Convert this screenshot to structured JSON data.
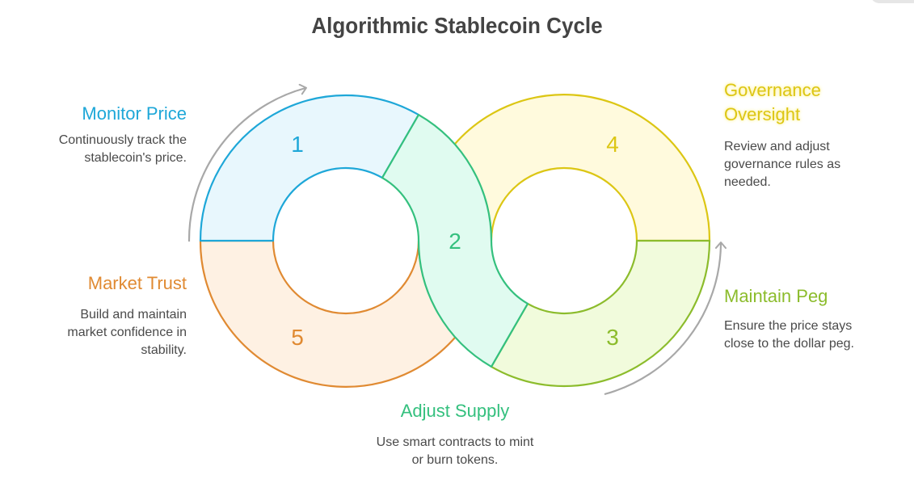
{
  "title": "Algorithmic Stablecoin Cycle",
  "colors": {
    "blue": "#1ea7d8",
    "blue_fill": "#e8f7fd",
    "green": "#34c07e",
    "green_fill": "#e0fbf0",
    "lime": "#8cbc2c",
    "lime_fill": "#f1fbdc",
    "yellow": "#dcc614",
    "yellow_fill": "#fffadd",
    "orange": "#e08a32",
    "orange_fill": "#fef1e3",
    "arrow": "#a8a8a8",
    "text": "#4a4a4a"
  },
  "steps": [
    {
      "number": "1",
      "title": "Monitor Price",
      "description_lines": [
        "Continuously track the",
        "stablecoin's price."
      ]
    },
    {
      "number": "2",
      "title": "Adjust Supply",
      "description_lines": [
        "Use smart contracts to mint",
        "or burn tokens."
      ]
    },
    {
      "number": "3",
      "title": "Maintain Peg",
      "description_lines": [
        "Ensure the price stays",
        "close to the dollar peg."
      ]
    },
    {
      "number": "4",
      "title_lines": [
        "Governance",
        "Oversight"
      ],
      "description_lines": [
        "Review and adjust",
        "governance rules as",
        "needed."
      ]
    },
    {
      "number": "5",
      "title": "Market Trust",
      "description_lines": [
        "Build and maintain",
        "market confidence in",
        "stability."
      ]
    }
  ]
}
